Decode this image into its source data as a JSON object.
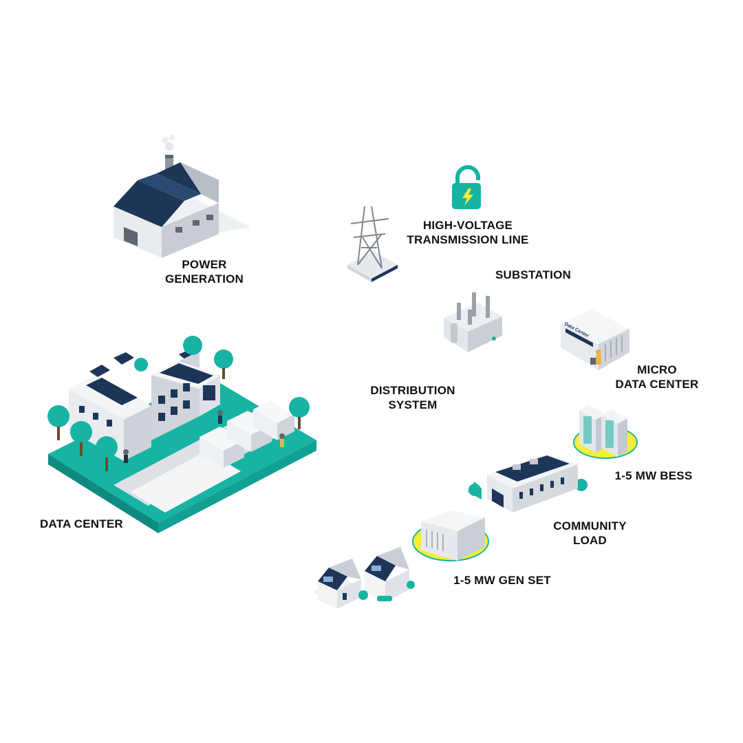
{
  "labels": {
    "power_generation": [
      "POWER",
      "GENERATION"
    ],
    "hv_transmission": [
      "HIGH-VOLTAGE",
      "TRANSMISSION LINE"
    ],
    "substation": [
      "SUBSTATION"
    ],
    "micro_data_center": [
      "MICRO",
      "DATA CENTER"
    ],
    "distribution_system": [
      "DISTRIBUTION",
      "SYSTEM"
    ],
    "bess": [
      "1-5 MW BESS"
    ],
    "community_load": [
      "COMMUNITY",
      "LOAD"
    ],
    "gen_set": [
      "1-5 MW GEN SET"
    ],
    "data_center": [
      "DATA CENTER"
    ]
  },
  "signage": {
    "container_text": "Data Center"
  },
  "icons": {
    "lock": "lock-with-lightning-icon"
  },
  "colors": {
    "teal": "#17b3a3",
    "navy": "#1d3557",
    "highlight_yellow": "#f3ee3a",
    "building_grey": "#d7dbe0"
  }
}
